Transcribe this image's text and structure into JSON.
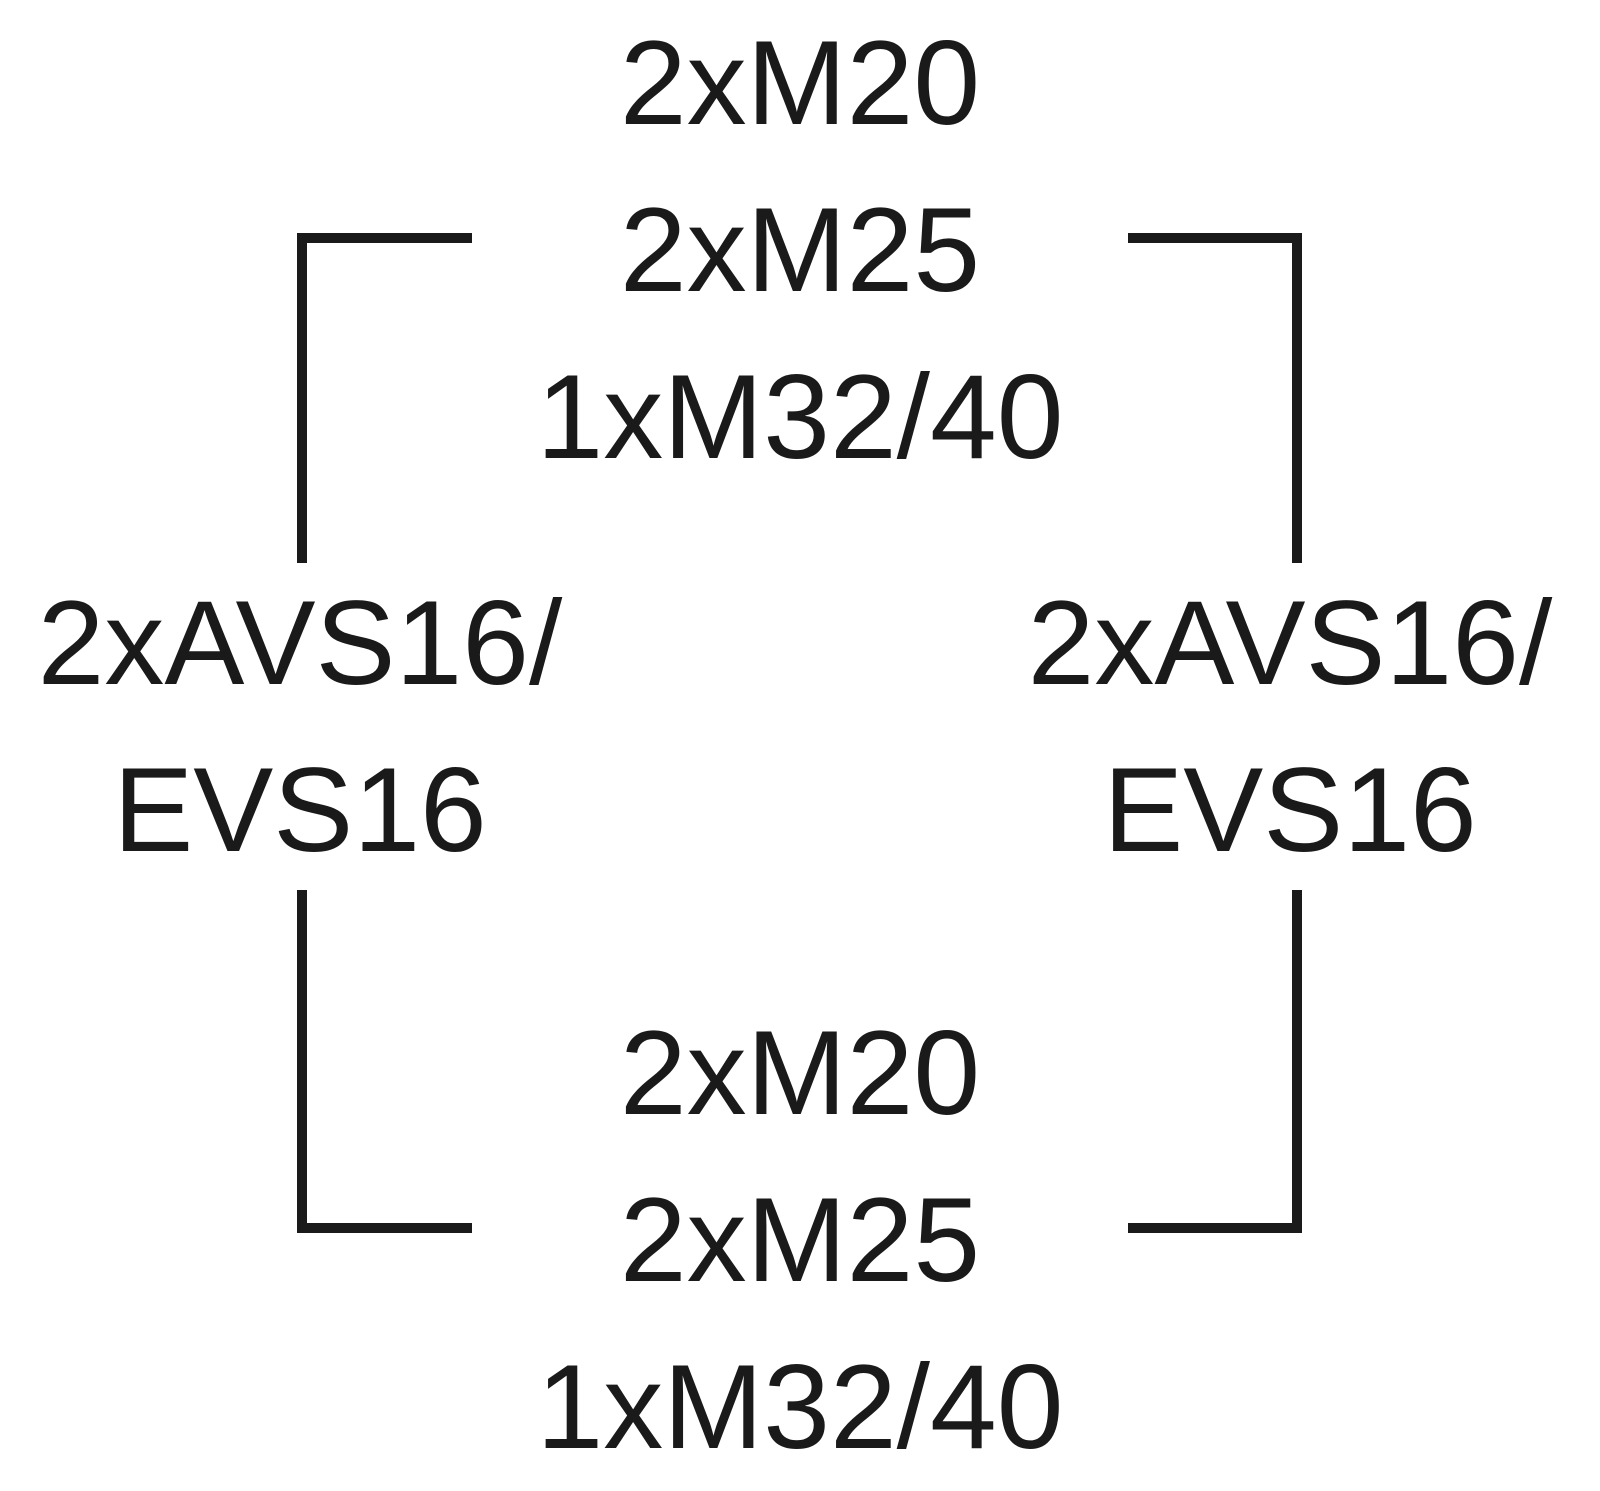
{
  "top": {
    "lines": [
      "2xM20",
      "2xM25",
      "1xM32/40"
    ]
  },
  "bottom": {
    "lines": [
      "2xM20",
      "2xM25",
      "1xM32/40"
    ]
  },
  "left": {
    "lines": [
      "2xAVS16/",
      "EVS16"
    ]
  },
  "right": {
    "lines": [
      "2xAVS16/",
      "EVS16"
    ]
  },
  "colors": {
    "line": "#1a1a1a",
    "text": "#1a1a1a",
    "background": "#ffffff"
  }
}
